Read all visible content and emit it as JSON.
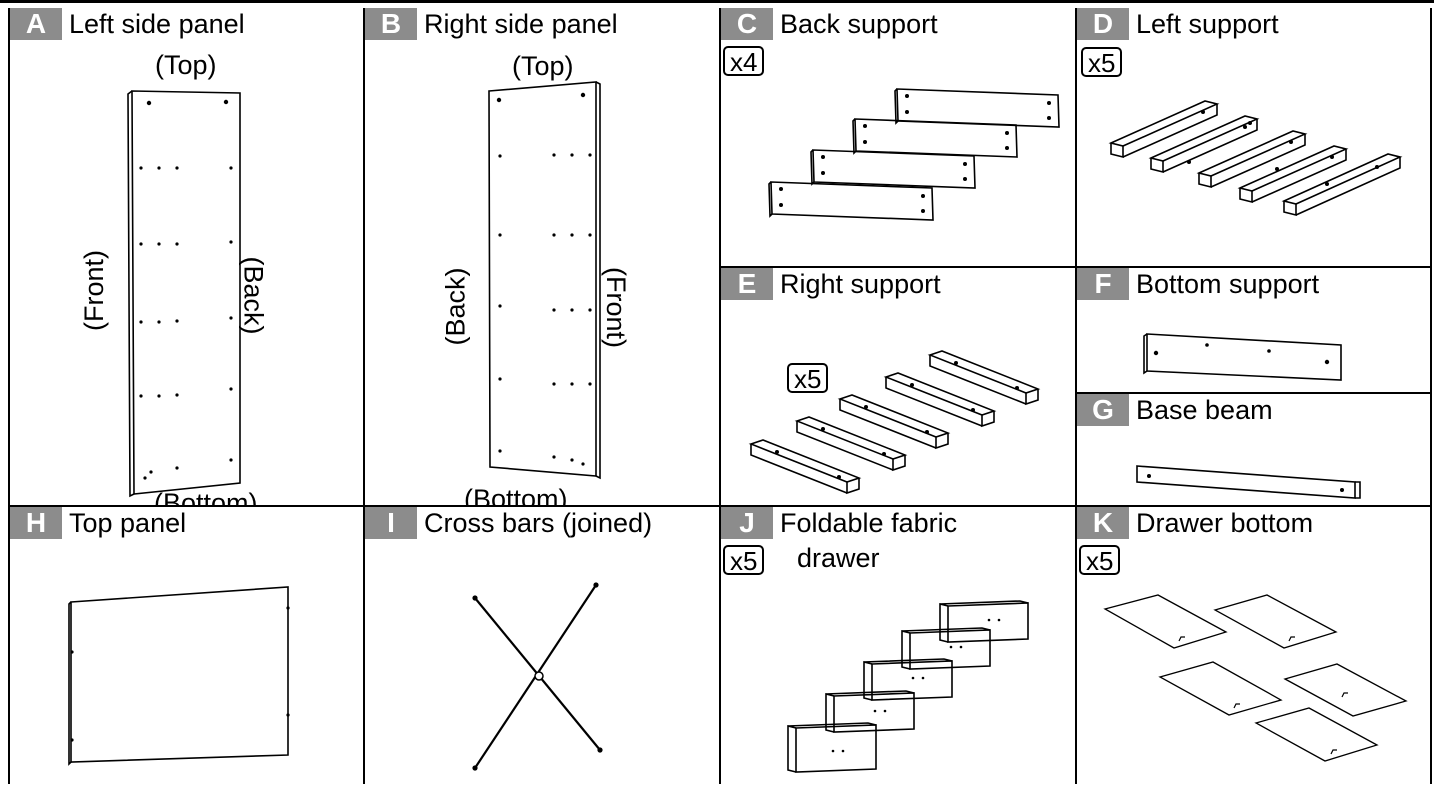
{
  "parts": [
    {
      "letter": "A",
      "name": "Left side panel",
      "labels": {
        "top": "(Top)",
        "bottom": "(Bottom)",
        "left": "(Front)",
        "right": "(Back)"
      }
    },
    {
      "letter": "B",
      "name": "Right side panel",
      "labels": {
        "top": "(Top)",
        "bottom": "(Bottom)",
        "left": "(Back)",
        "right": "(Front)"
      }
    },
    {
      "letter": "C",
      "name": "Back support",
      "qty": "x4"
    },
    {
      "letter": "D",
      "name": "Left support",
      "qty": "x5"
    },
    {
      "letter": "E",
      "name": "Right support",
      "qty": "x5"
    },
    {
      "letter": "F",
      "name": "Bottom support"
    },
    {
      "letter": "G",
      "name": "Base beam"
    },
    {
      "letter": "H",
      "name": "Top panel"
    },
    {
      "letter": "I",
      "name": "Cross bars (joined)"
    },
    {
      "letter": "J",
      "name": "Foldable fabric",
      "name2": "drawer",
      "qty": "x5"
    },
    {
      "letter": "K",
      "name": "Drawer bottom",
      "qty": "x5"
    }
  ]
}
